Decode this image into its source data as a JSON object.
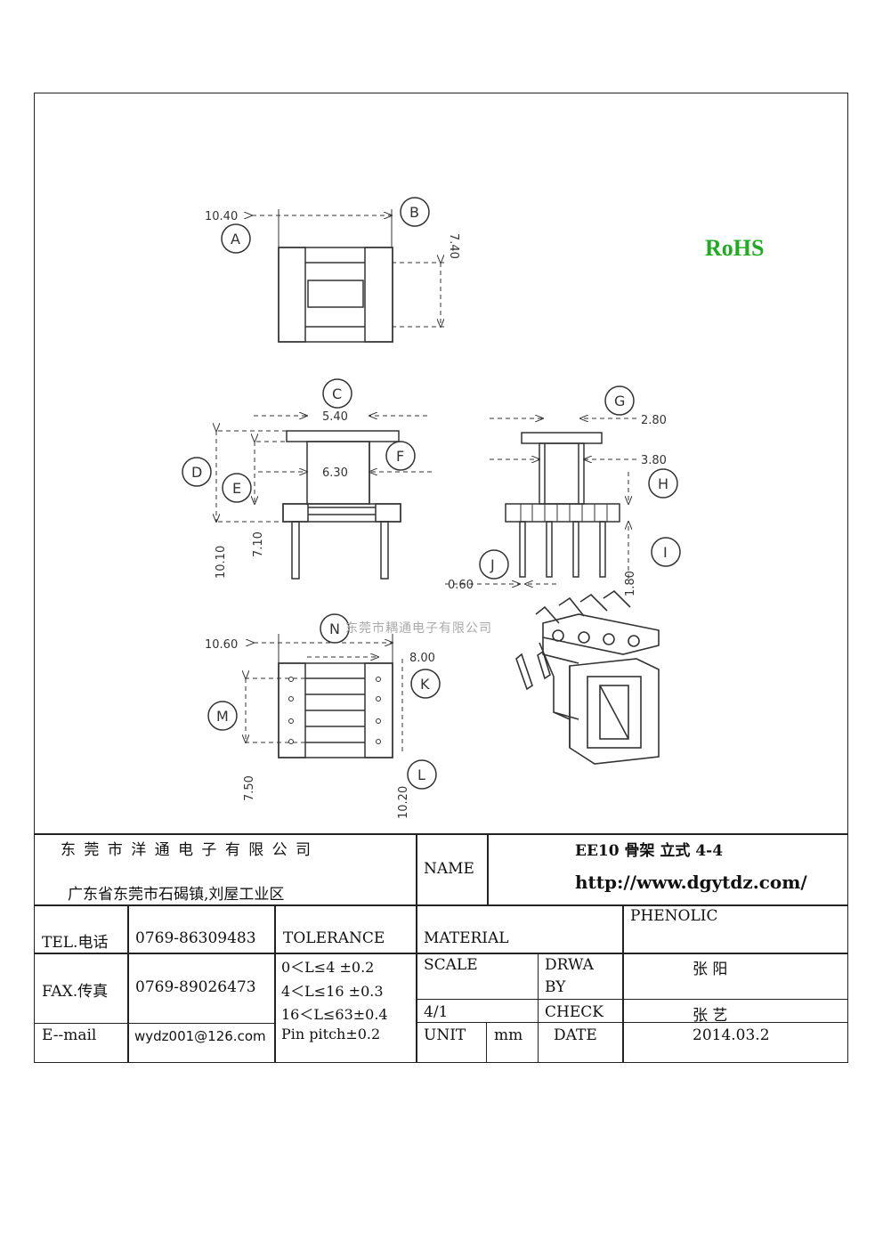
{
  "rohs": "RoHS",
  "views": {
    "A": {
      "label": "A",
      "value": "10.40"
    },
    "B": {
      "label": "B",
      "value": "7.40"
    },
    "C": {
      "label": "C",
      "value": "5.40"
    },
    "D": {
      "label": "D",
      "value": "10.10"
    },
    "E": {
      "label": "E",
      "value": "7.10"
    },
    "F": {
      "label": "F",
      "value": "6.30"
    },
    "G": {
      "label": "G",
      "value": "2.80"
    },
    "H": {
      "label": "H",
      "value": "3.80"
    },
    "I": {
      "label": "I",
      "value": "1.80"
    },
    "J": {
      "label": "J",
      "value": "0.60"
    },
    "K": {
      "label": "K",
      "value": "8.00"
    },
    "L": {
      "label": "L",
      "value": "10.20"
    },
    "M": {
      "label": "M",
      "value": "7.50"
    },
    "N": {
      "label": "N",
      "value": "10.60"
    }
  },
  "watermark": "东莞市耦通电子有限公司",
  "title_block": {
    "company": "东 莞 市 洋 通 电 子 有 限 公 司",
    "address": "广东省东莞市石碣镇,刘屋工业区",
    "name_label": "NAME",
    "part_name": "EE10 骨架  立式 4-4",
    "website": "http://www.dgytdz.com/",
    "tel_label": "TEL.电话",
    "tel": "0769-86309483",
    "tolerance_label": "TOLERANCE",
    "material_label": "MATERIAL",
    "material": "PHENOLIC",
    "fax_label": "FAX.传真",
    "fax": "0769-89026473",
    "tol1": "0＜L≤4   ±0.2",
    "tol2": "4＜L≤16  ±0.3",
    "tol3": "16＜L≤63±0.4",
    "tol4": "Pin pitch±0.2",
    "scale_label": "SCALE",
    "scale": "4/1",
    "drawn_label_1": "DRWA",
    "drawn_label_2": "BY",
    "drawn_by": "张 阳",
    "check_label": "CHECK",
    "checked_by": "张 艺",
    "email_label": "E--mail",
    "email": "wydz001@126.com",
    "unit_label": "UNIT",
    "unit": "mm",
    "date_label": "DATE",
    "date": "2014.03.2"
  }
}
